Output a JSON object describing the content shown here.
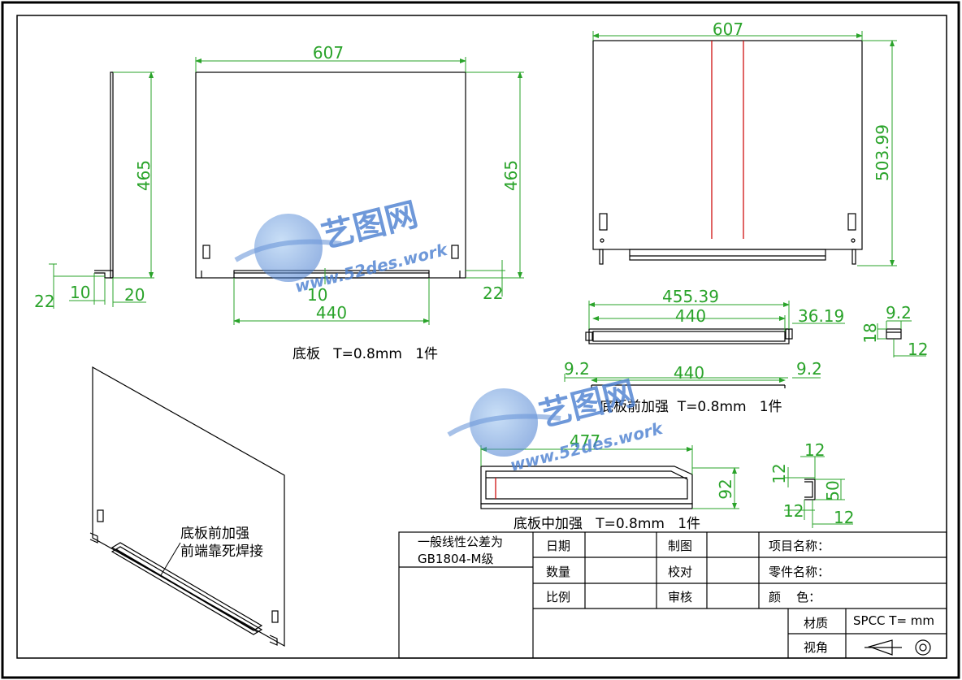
{
  "colors": {
    "outline": "#000000",
    "dimension": "#2aa32a",
    "accent_line": "#d01010",
    "watermark": "#4a7fd0"
  },
  "watermark": {
    "brand": "艺图网",
    "url": "www.52des.work"
  },
  "views": {
    "base_side": {
      "dims": [
        "465",
        "22",
        "10",
        "20"
      ]
    },
    "base_front": {
      "dims": [
        "607",
        "465",
        "440",
        "10",
        "22"
      ]
    },
    "base_back": {
      "dims": [
        "607",
        "503.99"
      ]
    },
    "front_rib": {
      "dims": [
        "455.39",
        "440",
        "36.19",
        "9.2",
        "18",
        "12",
        "9.2",
        "440",
        "9.2"
      ]
    },
    "mid_rib": {
      "dims": [
        "477",
        "92",
        "12",
        "12",
        "50",
        "12",
        "12"
      ]
    }
  },
  "captions": {
    "base_plate": "底板   T=0.8mm   1件",
    "front_rib": "底板前加强  T=0.8mm   1件",
    "mid_rib": "底板中加强   T=0.8mm   1件"
  },
  "iso_note": {
    "line1": "底板前加强",
    "line2": "前端靠死焊接"
  },
  "title_block": {
    "tolerance_line1": "一般线性公差为",
    "tolerance_line2": "GB1804-M级",
    "date_label": "日期",
    "qty_label": "数量",
    "scale_label": "比例",
    "draw_label": "制图",
    "check_label": "校对",
    "review_label": "审核",
    "project_label": "项目名称：",
    "part_label": "零件名称：",
    "color_label": "颜    色：",
    "material_label": "材质",
    "material_value": "SPCC T= mm",
    "view_label": "视角"
  }
}
